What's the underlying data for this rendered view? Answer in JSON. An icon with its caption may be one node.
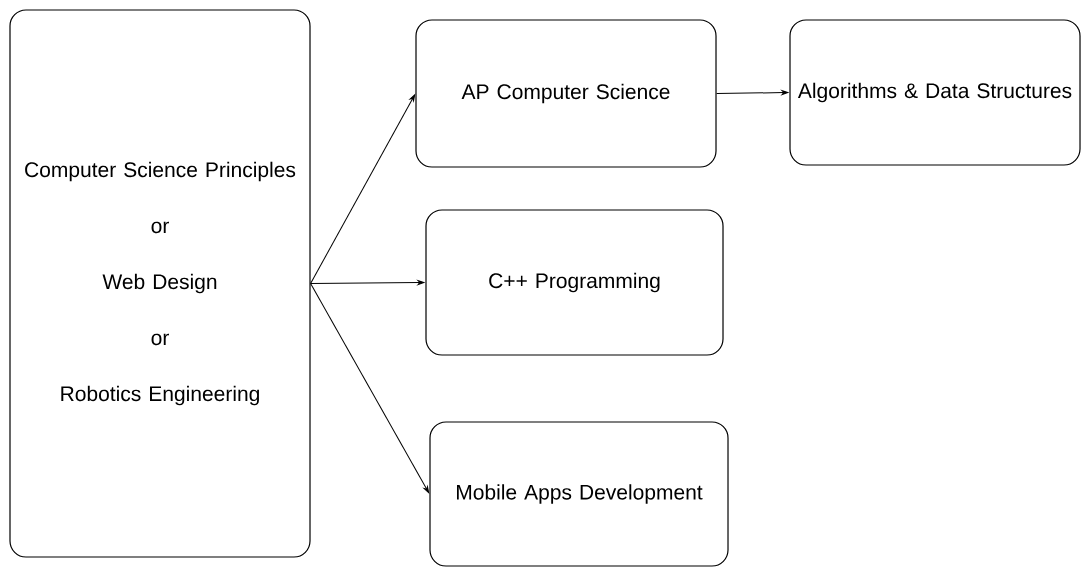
{
  "diagram": {
    "nodes": [
      {
        "text": [
          "Computer Science Principles",
          "or",
          "Web Design",
          "or",
          "Robotics Engineering"
        ]
      },
      {
        "text": [
          "AP Computer Science"
        ]
      },
      {
        "text": [
          "Algorithms & Data Structures"
        ]
      },
      {
        "text": [
          "C++ Programming"
        ]
      },
      {
        "text": [
          "Mobile Apps Development"
        ]
      }
    ],
    "edges": [
      {
        "from": 0,
        "to": 1,
        "arrow": "to"
      },
      {
        "from": 0,
        "to": 3,
        "arrow": "to"
      },
      {
        "from": 0,
        "to": 4,
        "arrow": "to"
      },
      {
        "from": 1,
        "to": 2,
        "arrow": "to"
      }
    ]
  }
}
